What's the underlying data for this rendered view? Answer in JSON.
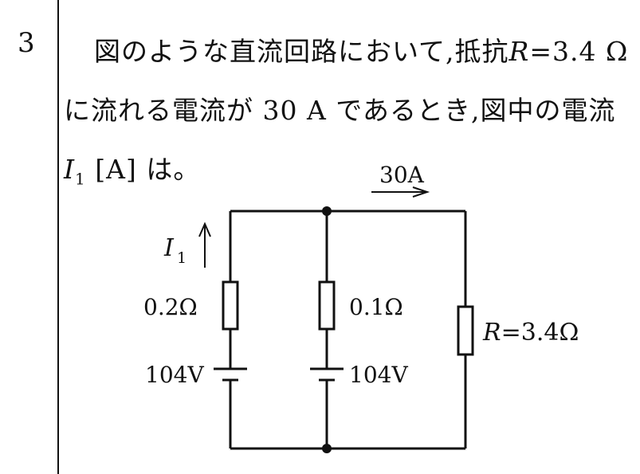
{
  "question": {
    "number": "3",
    "line1_pre": "図のような直流回路において,抵抗",
    "line1_var": "R",
    "line1_post": "=3.4 Ω",
    "line2": "に流れる電流が 30 A であるとき,図中の電流",
    "line3_var": "I",
    "line3_sub": "1",
    "line3_post": " [A] は。"
  },
  "circuit": {
    "current_label": "30A",
    "i1_var": "I",
    "i1_sub": "1",
    "left_resistor": "0.2Ω",
    "left_battery": "104V",
    "mid_resistor": "0.1Ω",
    "mid_battery": "104V",
    "right_resistor_var": "R",
    "right_resistor_val": "=3.4Ω"
  }
}
